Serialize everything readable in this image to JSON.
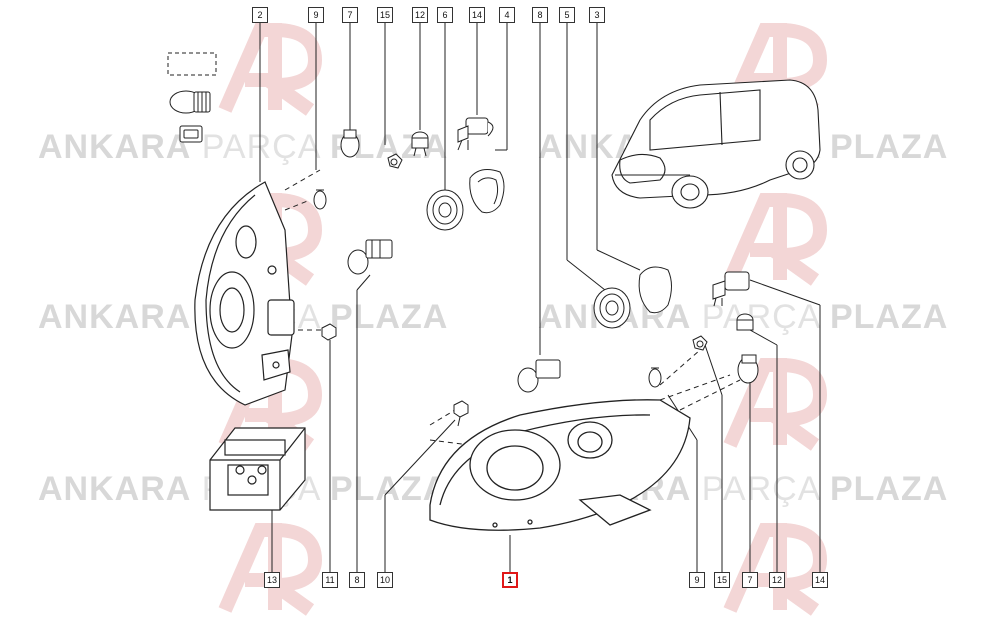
{
  "watermark": {
    "brand_left": "ANKARA",
    "brand_mid": "PARÇA",
    "brand_right": "PLAZA"
  },
  "callouts": [
    "2",
    "9",
    "7",
    "15",
    "12",
    "6",
    "14",
    "4",
    "8",
    "5",
    "3",
    "13",
    "11",
    "8",
    "10",
    "1",
    "9",
    "15",
    "7",
    "12",
    "14"
  ],
  "highlight_color": "#e01818"
}
